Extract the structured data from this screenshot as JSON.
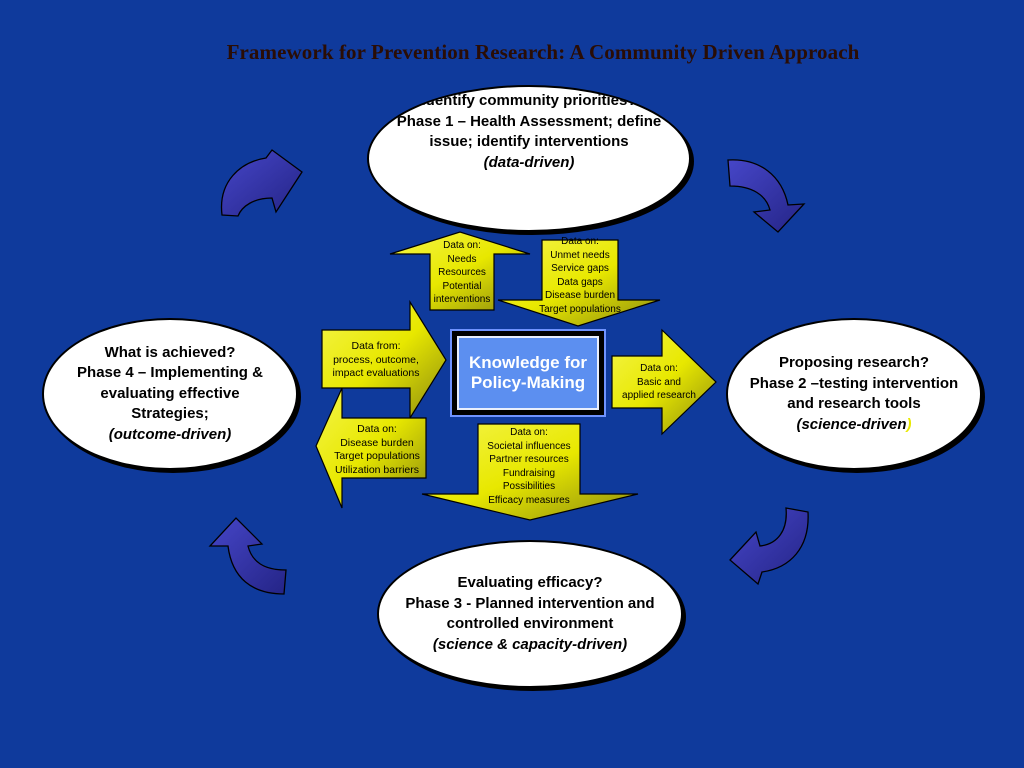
{
  "title": "Framework for Prevention Research: A Community Driven Approach",
  "center": {
    "label": "Knowledge for Policy-Making"
  },
  "phases": {
    "p1": {
      "lines": [
        "Identify community priorities?",
        "Phase 1 – Health Assessment; define issue; identify interventions"
      ],
      "tag": "(data-driven)"
    },
    "p2": {
      "lines": [
        "Proposing research?",
        "Phase 2 –testing intervention and research tools"
      ],
      "tag": "(science-driven",
      "tag_end": ")"
    },
    "p3": {
      "lines": [
        "Evaluating efficacy?",
        "Phase 3 - Planned intervention and controlled environment"
      ],
      "tag": "(science & capacity-driven)"
    },
    "p4": {
      "lines": [
        "What is achieved?",
        "Phase 4 – Implementing & evaluating effective Strategies;"
      ],
      "tag": "(outcome-driven)"
    }
  },
  "arrows": {
    "up_left": [
      "Data on:",
      "Needs",
      "Resources",
      "Potential",
      "interventions"
    ],
    "down_right": [
      "Data on:",
      "Unmet needs",
      "Service gaps",
      "Data gaps",
      "Disease burden",
      "Target populations"
    ],
    "right_mid": [
      "Data on:",
      "Basic and",
      "applied research"
    ],
    "down_mid": [
      "Data on:",
      "Societal influences",
      "Partner resources",
      "Fundraising",
      "Possibilities",
      "Efficacy measures"
    ],
    "left_low": [
      "Data on:",
      "Disease burden",
      "Target populations",
      "Utilization barriers"
    ],
    "right_upper": [
      "Data from:",
      "process, outcome,",
      "impact evaluations"
    ]
  },
  "colors": {
    "background": "#0f3a9c",
    "arrow_fill": "#e8e800",
    "curve_arrow": "#2a2aa0",
    "center_box": "#5c8ff0"
  }
}
